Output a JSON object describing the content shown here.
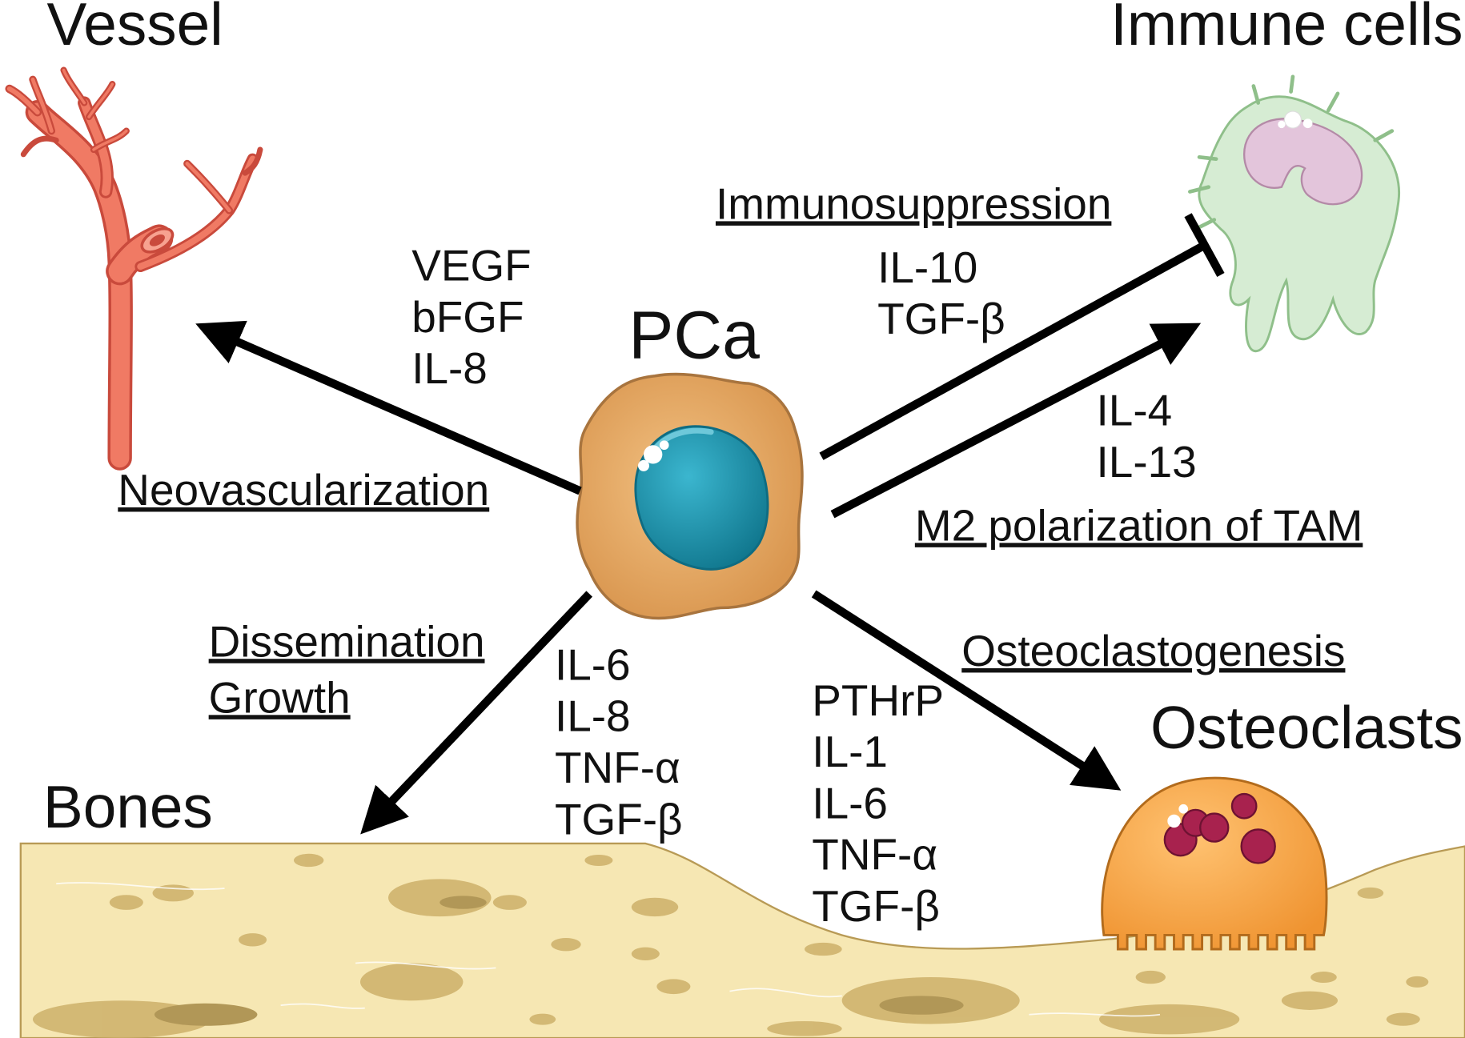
{
  "entities": {
    "vessel": "Vessel",
    "immune_cells": "Immune cells",
    "pca": "PCa",
    "bones": "Bones",
    "osteoclasts": "Osteoclasts"
  },
  "processes": {
    "neovascularization": "Neovascularization",
    "immunosuppression": "Immunosuppression",
    "m2_polarization": "M2 polarization of TAM",
    "dissemination": "Dissemination",
    "growth": "Growth",
    "osteoclastogenesis": "Osteoclastogenesis"
  },
  "factors": {
    "vessel": [
      "VEGF",
      "bFGF",
      "IL-8"
    ],
    "immunosuppression": [
      "IL-10",
      "TGF-β"
    ],
    "m2_polarization": [
      "IL-4",
      "IL-13"
    ],
    "bones": [
      "IL-6",
      "IL-8",
      "TNF-α",
      "TGF-β"
    ],
    "osteoclasts": [
      "PTHrP",
      "IL-1",
      "IL-6",
      "TNF-α",
      "TGF-β"
    ]
  },
  "colors": {
    "vessel": "#f07a64",
    "vessel_dark": "#c94a3c",
    "immune_cell": "#d4ecd2",
    "immune_nucleus": "#e5c6dc",
    "pca_cell": "#ebb06e",
    "pca_nucleus": "#1f97b2",
    "bone": "#f5e6b0",
    "bone_pores": "#c8aa64",
    "osteoclast": "#f7a540",
    "osteoclast_nucleus": "#a8224e",
    "arrow": "#000000"
  }
}
